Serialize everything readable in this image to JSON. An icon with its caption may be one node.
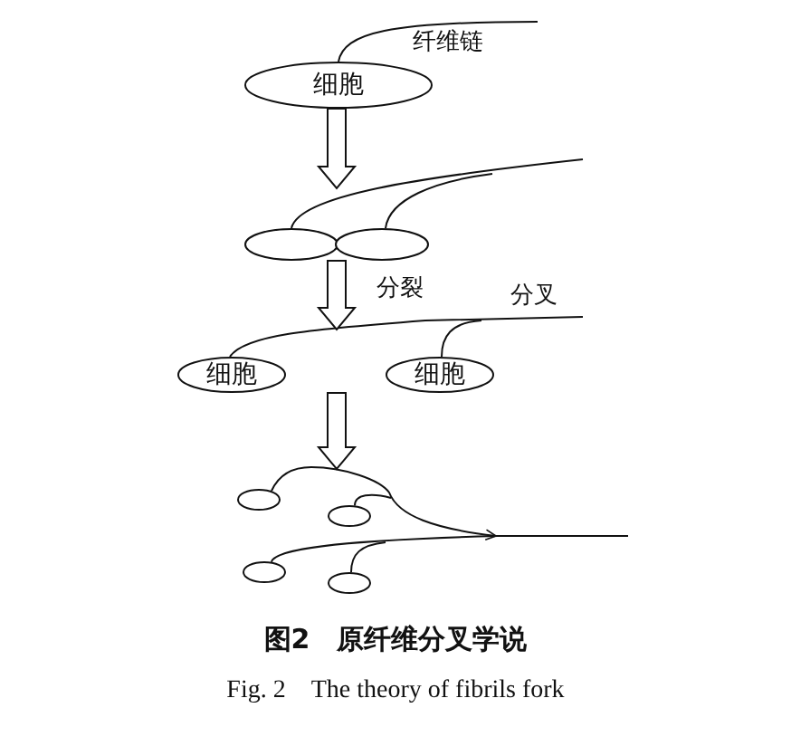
{
  "diagram": {
    "title": "图2　原纤维分叉学说",
    "caption": "Fig. 2　The theory of fibrils fork",
    "nodes": [
      {
        "text": [
          "细胞"
        ]
      },
      {
        "text": [],
        "shape": "ellipse"
      },
      {
        "text": [],
        "shape": "ellipse"
      },
      {
        "text": [
          "细胞"
        ]
      },
      {
        "text": [
          "细胞"
        ]
      },
      {
        "text": [],
        "shape": "ellipse"
      },
      {
        "text": [],
        "shape": "ellipse"
      },
      {
        "text": [],
        "shape": "ellipse"
      },
      {
        "text": [],
        "shape": "ellipse"
      }
    ],
    "edges": [
      {
        "from": 0,
        "to": null,
        "arrow": "none"
      },
      {
        "from": 1,
        "to": null,
        "arrow": "none"
      },
      {
        "from": 2,
        "to": null,
        "arrow": "none"
      },
      {
        "from": 3,
        "to": null,
        "arrow": "none"
      },
      {
        "from": 4,
        "to": null,
        "arrow": "none"
      },
      {
        "from": 5,
        "to": null,
        "arrow": "to"
      },
      {
        "from": 6,
        "to": null,
        "arrow": "none"
      },
      {
        "from": 7,
        "to": null,
        "arrow": "none"
      },
      {
        "from": 8,
        "to": null,
        "arrow": "none"
      },
      {
        "from": 0,
        "to": 1,
        "arrow": "to",
        "style": "thick"
      },
      {
        "from": 1,
        "to": 3,
        "arrow": "to",
        "style": "thick",
        "label": "分裂"
      },
      {
        "from": 3,
        "to": 5,
        "arrow": "to",
        "style": "thick"
      }
    ],
    "labels": [
      "纤维链",
      "分叉"
    ]
  }
}
